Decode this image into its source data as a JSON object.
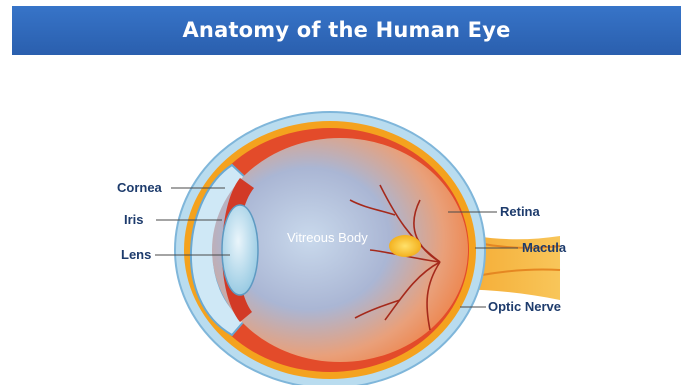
{
  "title": "Anatomy of the Human Eye",
  "labels": {
    "cornea": "Cornea",
    "iris": "Iris",
    "lens": "Lens",
    "vitreous_body": "Vitreous Body",
    "retina": "Retina",
    "macula": "Macula",
    "optic_nerve": "Optic Nerve"
  },
  "colors": {
    "title_bar": "#2f66b7",
    "label_text": "#1d3b6c",
    "retina": "#e8452a",
    "sclera_shell": "#a9d4ec",
    "optic_nerve": "#f2a93b"
  }
}
